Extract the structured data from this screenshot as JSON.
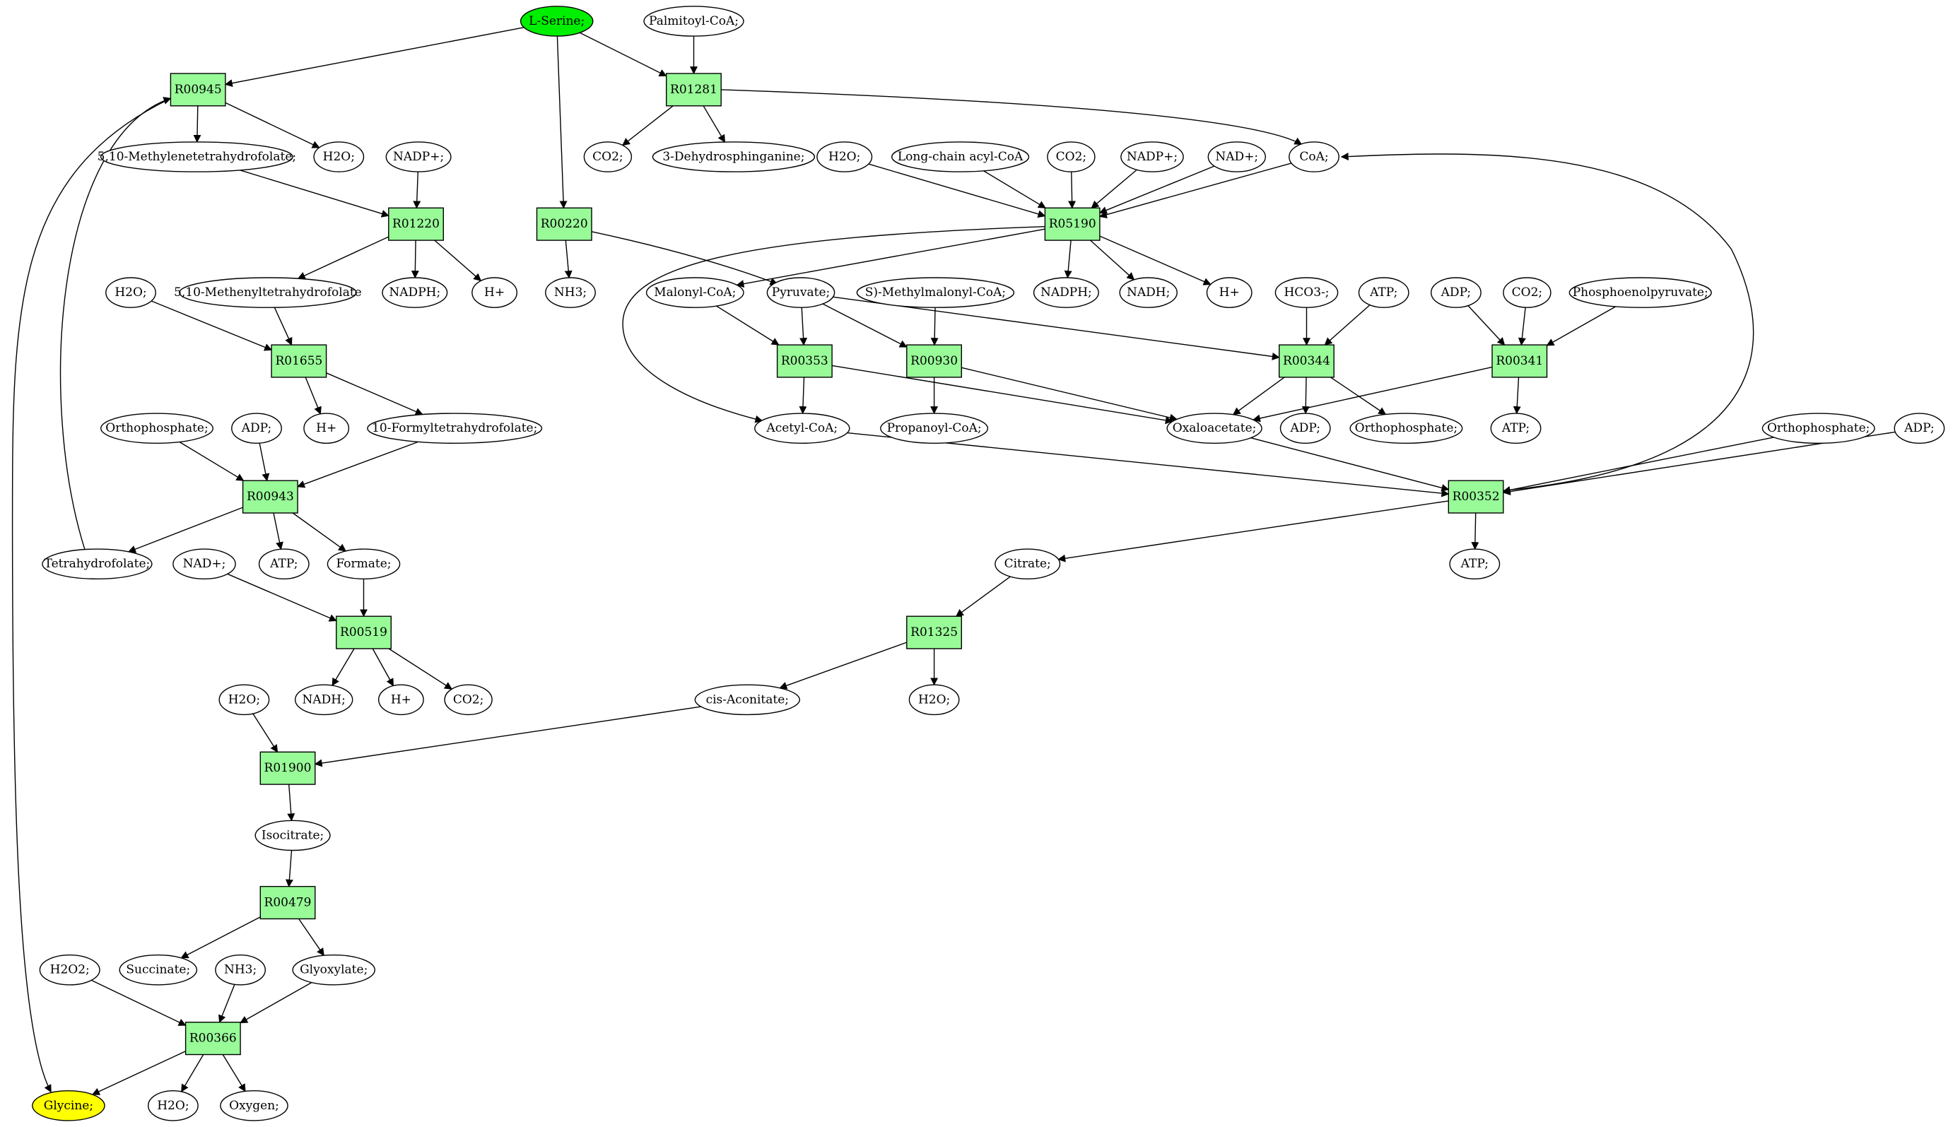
{
  "colors": {
    "reaction_fill": "#98fb98",
    "compound_fill": "#ffffff",
    "source_fill": "#00ee00",
    "target_fill": "#ffff00",
    "stroke": "#000000"
  },
  "nodes": [
    {
      "id": "lserine",
      "kind": "source",
      "label": "L-Serine;"
    },
    {
      "id": "palm",
      "kind": "compound",
      "label": "Palmitoyl-CoA;"
    },
    {
      "id": "R00945",
      "kind": "reaction",
      "label": "R00945"
    },
    {
      "id": "R01281",
      "kind": "reaction",
      "label": "R01281"
    },
    {
      "id": "mthf",
      "kind": "compound",
      "label": "5,10-Methylenetetrahydrofolate;"
    },
    {
      "id": "h2o_a",
      "kind": "compound",
      "label": "H2O;"
    },
    {
      "id": "nadp_a",
      "kind": "compound",
      "label": "NADP+;"
    },
    {
      "id": "co2_a",
      "kind": "compound",
      "label": "CO2;"
    },
    {
      "id": "dhs",
      "kind": "compound",
      "label": "3-Dehydrosphinganine;"
    },
    {
      "id": "h2o_b",
      "kind": "compound",
      "label": "H2O;"
    },
    {
      "id": "lcacoa",
      "kind": "compound",
      "label": "Long-chain acyl-CoA"
    },
    {
      "id": "co2_b",
      "kind": "compound",
      "label": "CO2;"
    },
    {
      "id": "nadp_b",
      "kind": "compound",
      "label": "NADP+;"
    },
    {
      "id": "nad_b",
      "kind": "compound",
      "label": "NAD+;"
    },
    {
      "id": "coa",
      "kind": "compound",
      "label": "CoA;"
    },
    {
      "id": "R01220",
      "kind": "reaction",
      "label": "R01220"
    },
    {
      "id": "R00220",
      "kind": "reaction",
      "label": "R00220"
    },
    {
      "id": "R05190",
      "kind": "reaction",
      "label": "R05190"
    },
    {
      "id": "h2o_c",
      "kind": "compound",
      "label": "H2O;"
    },
    {
      "id": "menthf",
      "kind": "compound",
      "label": "5,10-Methenyltetrahydrofolate"
    },
    {
      "id": "nadph_a",
      "kind": "compound",
      "label": "NADPH;"
    },
    {
      "id": "hplus_a",
      "kind": "compound",
      "label": "H+"
    },
    {
      "id": "nh3_a",
      "kind": "compound",
      "label": "NH3;"
    },
    {
      "id": "malcoa",
      "kind": "compound",
      "label": "Malonyl-CoA;"
    },
    {
      "id": "pyr",
      "kind": "compound",
      "label": "Pyruvate;"
    },
    {
      "id": "smm",
      "kind": "compound",
      "label": "S)-Methylmalonyl-CoA;"
    },
    {
      "id": "nadph_b",
      "kind": "compound",
      "label": "NADPH;"
    },
    {
      "id": "nadh_b",
      "kind": "compound",
      "label": "NADH;"
    },
    {
      "id": "hplus_b",
      "kind": "compound",
      "label": "H+"
    },
    {
      "id": "hco3",
      "kind": "compound",
      "label": "HCO3-;"
    },
    {
      "id": "atp_a",
      "kind": "compound",
      "label": "ATP;"
    },
    {
      "id": "adp_a",
      "kind": "compound",
      "label": "ADP;"
    },
    {
      "id": "co2_c",
      "kind": "compound",
      "label": "CO2;"
    },
    {
      "id": "pep",
      "kind": "compound",
      "label": "Phosphoenolpyruvate;"
    },
    {
      "id": "R01655",
      "kind": "reaction",
      "label": "R01655"
    },
    {
      "id": "R00353",
      "kind": "reaction",
      "label": "R00353"
    },
    {
      "id": "R00930",
      "kind": "reaction",
      "label": "R00930"
    },
    {
      "id": "R00344",
      "kind": "reaction",
      "label": "R00344"
    },
    {
      "id": "R00341",
      "kind": "reaction",
      "label": "R00341"
    },
    {
      "id": "ortho_a",
      "kind": "compound",
      "label": "Orthophosphate;"
    },
    {
      "id": "adp_b",
      "kind": "compound",
      "label": "ADP;"
    },
    {
      "id": "hplus_c",
      "kind": "compound",
      "label": "H+"
    },
    {
      "id": "fthf",
      "kind": "compound",
      "label": "10-Formyltetrahydrofolate;"
    },
    {
      "id": "acecoa",
      "kind": "compound",
      "label": "Acetyl-CoA;"
    },
    {
      "id": "propcoa",
      "kind": "compound",
      "label": "Propanoyl-CoA;"
    },
    {
      "id": "oaa",
      "kind": "compound",
      "label": "Oxaloacetate;"
    },
    {
      "id": "adp_c",
      "kind": "compound",
      "label": "ADP;"
    },
    {
      "id": "ortho_b",
      "kind": "compound",
      "label": "Orthophosphate;"
    },
    {
      "id": "atp_b",
      "kind": "compound",
      "label": "ATP;"
    },
    {
      "id": "ortho_c",
      "kind": "compound",
      "label": "Orthophosphate;"
    },
    {
      "id": "adp_d",
      "kind": "compound",
      "label": "ADP;"
    },
    {
      "id": "R00943",
      "kind": "reaction",
      "label": "R00943"
    },
    {
      "id": "R00352",
      "kind": "reaction",
      "label": "R00352"
    },
    {
      "id": "thf",
      "kind": "compound",
      "label": "Tetrahydrofolate;"
    },
    {
      "id": "nad_c",
      "kind": "compound",
      "label": "NAD+;"
    },
    {
      "id": "atp_c",
      "kind": "compound",
      "label": "ATP;"
    },
    {
      "id": "formate",
      "kind": "compound",
      "label": "Formate;"
    },
    {
      "id": "citrate",
      "kind": "compound",
      "label": "Citrate;"
    },
    {
      "id": "atp_d",
      "kind": "compound",
      "label": "ATP;"
    },
    {
      "id": "R00519",
      "kind": "reaction",
      "label": "R00519"
    },
    {
      "id": "R01325",
      "kind": "reaction",
      "label": "R01325"
    },
    {
      "id": "h2o_d",
      "kind": "compound",
      "label": "H2O;"
    },
    {
      "id": "nadh_c",
      "kind": "compound",
      "label": "NADH;"
    },
    {
      "id": "hplus_d",
      "kind": "compound",
      "label": "H+"
    },
    {
      "id": "co2_d",
      "kind": "compound",
      "label": "CO2;"
    },
    {
      "id": "cisacon",
      "kind": "compound",
      "label": "cis-Aconitate;"
    },
    {
      "id": "h2o_e",
      "kind": "compound",
      "label": "H2O;"
    },
    {
      "id": "R01900",
      "kind": "reaction",
      "label": "R01900"
    },
    {
      "id": "isocit",
      "kind": "compound",
      "label": "Isocitrate;"
    },
    {
      "id": "R00479",
      "kind": "reaction",
      "label": "R00479"
    },
    {
      "id": "h2o2",
      "kind": "compound",
      "label": "H2O2;"
    },
    {
      "id": "succ",
      "kind": "compound",
      "label": "Succinate;"
    },
    {
      "id": "nh3_b",
      "kind": "compound",
      "label": "NH3;"
    },
    {
      "id": "glyox",
      "kind": "compound",
      "label": "Glyoxylate;"
    },
    {
      "id": "R00366",
      "kind": "reaction",
      "label": "R00366"
    },
    {
      "id": "glycine",
      "kind": "target",
      "label": "Glycine;"
    },
    {
      "id": "h2o_f",
      "kind": "compound",
      "label": "H2O;"
    },
    {
      "id": "oxygen",
      "kind": "compound",
      "label": "Oxygen;"
    }
  ],
  "edges": [
    {
      "from": "lserine",
      "to": "R00945"
    },
    {
      "from": "lserine",
      "to": "R01281"
    },
    {
      "from": "lserine",
      "to": "R00220"
    },
    {
      "from": "palm",
      "to": "R01281"
    },
    {
      "from": "R00945",
      "to": "mthf"
    },
    {
      "from": "R00945",
      "to": "h2o_a"
    },
    {
      "from": "thf",
      "to": "R00945"
    },
    {
      "from": "R00945",
      "to": "glycine"
    },
    {
      "from": "R01281",
      "to": "co2_a"
    },
    {
      "from": "R01281",
      "to": "dhs"
    },
    {
      "from": "R01281",
      "to": "coa"
    },
    {
      "from": "mthf",
      "to": "R01220"
    },
    {
      "from": "nadp_a",
      "to": "R01220"
    },
    {
      "from": "R01220",
      "to": "menthf"
    },
    {
      "from": "R01220",
      "to": "nadph_a"
    },
    {
      "from": "R01220",
      "to": "hplus_a"
    },
    {
      "from": "R00220",
      "to": "nh3_a"
    },
    {
      "from": "R00220",
      "to": "pyr"
    },
    {
      "from": "h2o_b",
      "to": "R05190"
    },
    {
      "from": "lcacoa",
      "to": "R05190"
    },
    {
      "from": "co2_b",
      "to": "R05190"
    },
    {
      "from": "nadp_b",
      "to": "R05190"
    },
    {
      "from": "nad_b",
      "to": "R05190"
    },
    {
      "from": "coa",
      "to": "R05190"
    },
    {
      "from": "R05190",
      "to": "malcoa"
    },
    {
      "from": "R05190",
      "to": "acecoa"
    },
    {
      "from": "R05190",
      "to": "nadph_b"
    },
    {
      "from": "R05190",
      "to": "nadh_b"
    },
    {
      "from": "R05190",
      "to": "hplus_b"
    },
    {
      "from": "h2o_c",
      "to": "R01655"
    },
    {
      "from": "menthf",
      "to": "R01655"
    },
    {
      "from": "R01655",
      "to": "hplus_c"
    },
    {
      "from": "R01655",
      "to": "fthf"
    },
    {
      "from": "malcoa",
      "to": "R00353"
    },
    {
      "from": "pyr",
      "to": "R00353"
    },
    {
      "from": "R00353",
      "to": "acecoa"
    },
    {
      "from": "R00353",
      "to": "oaa"
    },
    {
      "from": "pyr",
      "to": "R00930"
    },
    {
      "from": "smm",
      "to": "R00930"
    },
    {
      "from": "R00930",
      "to": "propcoa"
    },
    {
      "from": "R00930",
      "to": "oaa"
    },
    {
      "from": "pyr",
      "to": "R00344"
    },
    {
      "from": "hco3",
      "to": "R00344"
    },
    {
      "from": "atp_a",
      "to": "R00344"
    },
    {
      "from": "R00344",
      "to": "oaa"
    },
    {
      "from": "R00344",
      "to": "adp_c"
    },
    {
      "from": "R00344",
      "to": "ortho_b"
    },
    {
      "from": "adp_a",
      "to": "R00341"
    },
    {
      "from": "co2_c",
      "to": "R00341"
    },
    {
      "from": "pep",
      "to": "R00341"
    },
    {
      "from": "R00341",
      "to": "oaa"
    },
    {
      "from": "R00341",
      "to": "atp_b"
    },
    {
      "from": "ortho_a",
      "to": "R00943"
    },
    {
      "from": "adp_b",
      "to": "R00943"
    },
    {
      "from": "fthf",
      "to": "R00943"
    },
    {
      "from": "R00943",
      "to": "thf"
    },
    {
      "from": "R00943",
      "to": "atp_c"
    },
    {
      "from": "R00943",
      "to": "formate"
    },
    {
      "from": "acecoa",
      "to": "R00352"
    },
    {
      "from": "oaa",
      "to": "R00352"
    },
    {
      "from": "ortho_c",
      "to": "R00352"
    },
    {
      "from": "adp_d",
      "to": "R00352"
    },
    {
      "from": "R00352",
      "to": "coa"
    },
    {
      "from": "R00352",
      "to": "citrate"
    },
    {
      "from": "R00352",
      "to": "atp_d"
    },
    {
      "from": "nad_c",
      "to": "R00519"
    },
    {
      "from": "formate",
      "to": "R00519"
    },
    {
      "from": "R00519",
      "to": "nadh_c"
    },
    {
      "from": "R00519",
      "to": "hplus_d"
    },
    {
      "from": "R00519",
      "to": "co2_d"
    },
    {
      "from": "citrate",
      "to": "R01325"
    },
    {
      "from": "R01325",
      "to": "cisacon"
    },
    {
      "from": "R01325",
      "to": "h2o_d"
    },
    {
      "from": "h2o_e",
      "to": "R01900"
    },
    {
      "from": "cisacon",
      "to": "R01900"
    },
    {
      "from": "R01900",
      "to": "isocit"
    },
    {
      "from": "isocit",
      "to": "R00479"
    },
    {
      "from": "R00479",
      "to": "succ"
    },
    {
      "from": "R00479",
      "to": "glyox"
    },
    {
      "from": "h2o2",
      "to": "R00366"
    },
    {
      "from": "nh3_b",
      "to": "R00366"
    },
    {
      "from": "glyox",
      "to": "R00366"
    },
    {
      "from": "R00366",
      "to": "glycine"
    },
    {
      "from": "R00366",
      "to": "h2o_f"
    },
    {
      "from": "R00366",
      "to": "oxygen"
    }
  ]
}
